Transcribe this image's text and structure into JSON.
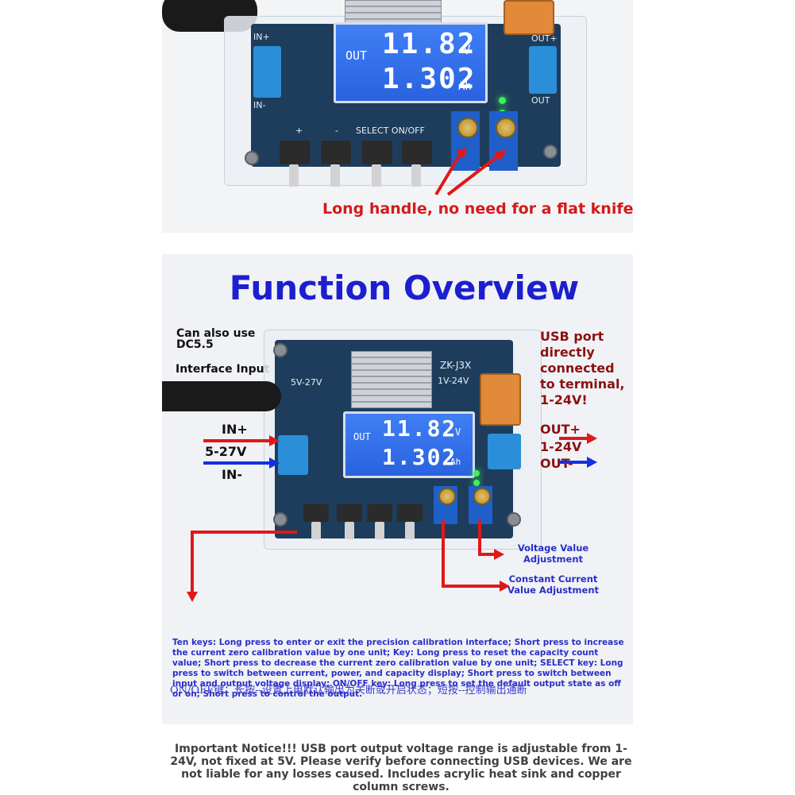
{
  "top_photo": {
    "caption": "Long handle, no need for a flat knife",
    "lcd": {
      "label_out": "OUT",
      "line1": "11.82",
      "unit1": "V",
      "line2": "1.302",
      "unit2": "Ah"
    },
    "silk": {
      "in_plus": "IN+",
      "in_minus": "IN-",
      "plus": "+",
      "minus": "-",
      "select_onoff": "SELECT ON/OFF",
      "out_plus": "OUT+",
      "out": "OUT"
    }
  },
  "bottom_panel": {
    "title": "Function Overview",
    "can_also_use": "Can also use\nDC5.5",
    "interface_input": "Interface Input",
    "in_plus": "IN+",
    "voltage_range": "5-27V",
    "in_minus": "IN-",
    "usb_note": "USB port directly connected to terminal, 1-24V!",
    "usb_note_mark": "!",
    "out_plus": "OUT+",
    "out_range": "1-24V",
    "out_minus": "OUT-",
    "voltage_adj": "Voltage Value\nAdjustment",
    "current_adj": "Constant Current\nValue Adjustment",
    "board": {
      "model": "ZK-J3X",
      "in_range": "5V-27V",
      "out_range": "1V-24V"
    },
    "lcd": {
      "label_out": "OUT",
      "line1": "11.82",
      "unit1": "V",
      "line2": "1.302",
      "unit2": "Ah"
    },
    "keys_note": "Ten keys: Long press to enter or exit the precision calibration interface; Short press to increase the current zero calibration value by one unit; Key: Long press to reset the capacity count value; Short press to decrease the current zero calibration value by one unit; SELECT key: Long press to switch between current, power, and capacity display; Short press to switch between input and output voltage display; ON/OFF key: Long press to set the default output state as off or on; Short press to control the output.",
    "overlay_chinese": "ON/OFF键：长按--设置上电默认输出为关断或开启状态；短按--控制输出通断"
  },
  "notice": "Important Notice!!! USB port output voltage range is adjustable from 1-24V, not fixed at 5V. Please verify before connecting USB devices. We are not liable for any losses caused. Includes acrylic heat sink and copper column screws.",
  "colors": {
    "title_blue": "#1d1fcf",
    "arrow_red": "#e01818",
    "arrow_blue": "#1530e0",
    "caption_red": "#d41a1a"
  }
}
